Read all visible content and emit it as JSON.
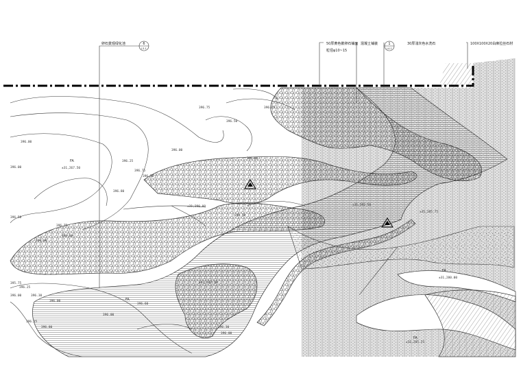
{
  "callouts": [
    {
      "text": "卵石景观绿化池",
      "ref_num": "6",
      "ref_sheet": "L3-1"
    },
    {
      "text": "50厚黄色鹅卵石铺面",
      "subtext": "粒径φ10~15"
    },
    {
      "text": "混凝土铺装",
      "ref_num": "1",
      "ref_sheet": "L4-1"
    },
    {
      "text": "30厚浅灰色水洗石"
    },
    {
      "text": "100X100X20白麻拉丝石材"
    }
  ],
  "zone_labels": [
    {
      "text": "FA",
      "key": "fa1"
    },
    {
      "text": "FA",
      "key": "fa2"
    },
    {
      "text": "FA",
      "key": "fa3"
    },
    {
      "text": "FA",
      "key": "fa4"
    }
  ],
  "elevations": [
    "396.75",
    "396.75",
    "396.00",
    "396.50",
    "396.00",
    "396.25",
    "396.00",
    "396.80",
    "396.75",
    "396.50",
    "396.50",
    "396.75",
    "396.00",
    "396.80",
    "396.50",
    "396.00",
    "396.25",
    "396.30",
    "395.75",
    "396.00",
    "396.00",
    "396.25",
    "396.80",
    "396.00",
    "396.60",
    "396.30",
    "396.00"
  ],
  "spot_levels": [
    "±31,267.50",
    "±31,290.00",
    "±31,282.50",
    "±31,285.75",
    "±31,292.50",
    "±31,285.25",
    "±31,280.00"
  ]
}
